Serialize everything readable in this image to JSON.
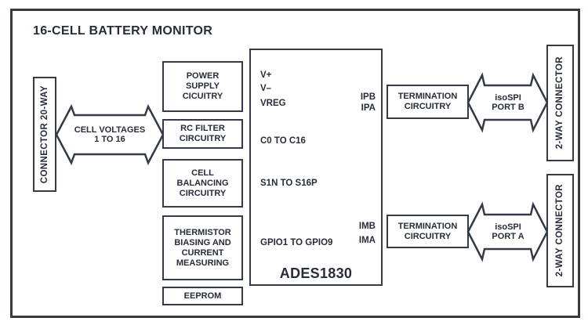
{
  "colors": {
    "ink": "#343a46",
    "text": "#272d38",
    "background": "#ffffff"
  },
  "title": "16-CELL BATTERY MONITOR",
  "left_connector": {
    "label": "CONNECTOR 20-WAY"
  },
  "arrows": {
    "cell_voltages": "CELL VOLTAGES\n1 TO 16",
    "isospi_b": "isoSPI\nPORT B",
    "isospi_a": "isoSPI\nPORT A"
  },
  "front_end_blocks": {
    "power_supply": "POWER\nSUPPLY\nCICUITRY",
    "rc_filter": "RC FILTER\nCIRCUITRY",
    "cell_balancing": "CELL\nBALANCING\nCIRCUITRY",
    "thermistor": "THERMISTOR\nBIASING AND\nCURRENT\nMEASURING",
    "eeprom": "EEPROM"
  },
  "chip": {
    "name": "ADES1830",
    "left_pins": [
      "V+",
      "V–",
      "VREG",
      "C0 TO C16",
      "S1N TO S16P",
      "GPIO1 TO GPIO9"
    ],
    "right_pins": [
      "IPB",
      "IPA",
      "IMB",
      "IMA"
    ]
  },
  "isospi_chain": {
    "termination_b": "TERMINATION\nCIRCUITRY",
    "termination_a": "TERMINATION\nCIRCUITRY",
    "connector_b": "2-WAY CONNECTOR",
    "connector_a": "2-WAY CONNECTOR"
  }
}
